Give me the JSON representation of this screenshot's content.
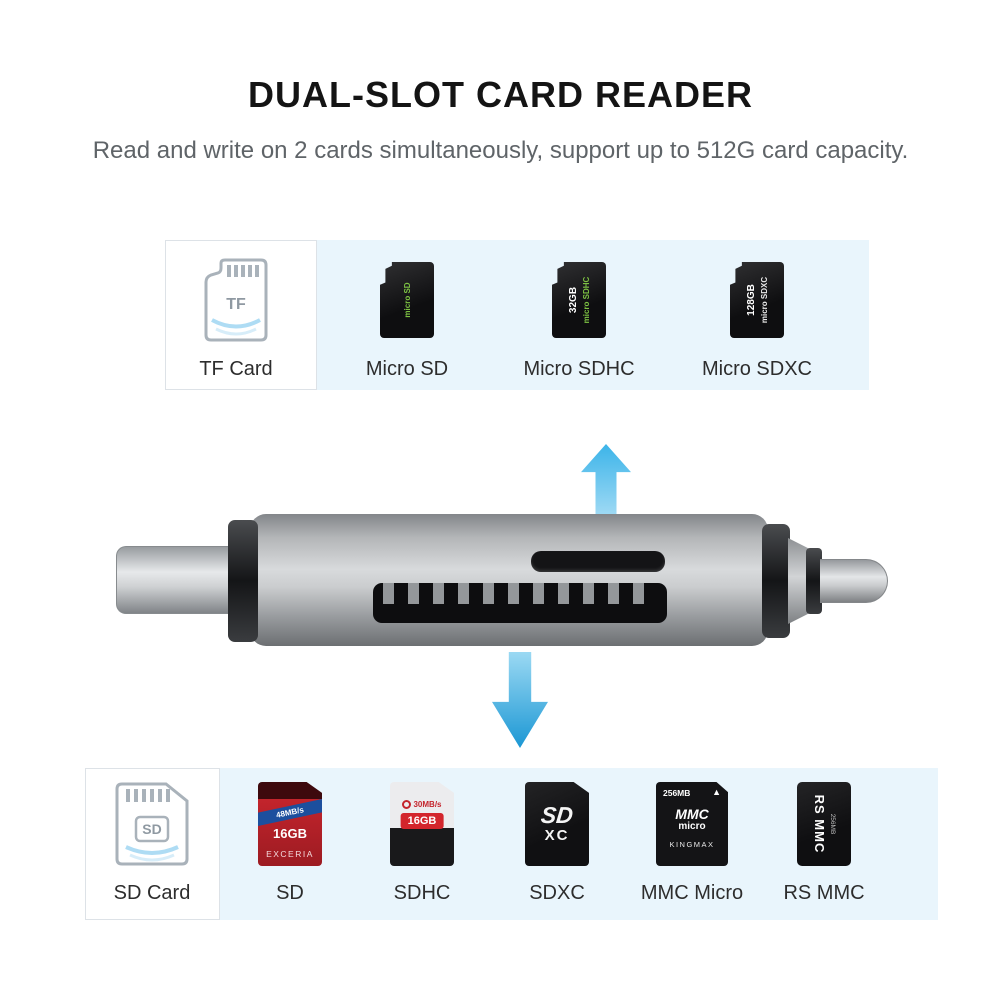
{
  "header": {
    "title": "DUAL-SLOT CARD READER",
    "subtitle": "Read and write on 2 cards simultaneously, support up to 512G card capacity."
  },
  "top_section": {
    "tf_slot": {
      "label": "TF Card",
      "icon_text": "TF"
    },
    "cards": [
      {
        "label": "Micro SD",
        "logo": "micro SD"
      },
      {
        "label": "Micro SDHC",
        "capacity": "32GB",
        "logo": "micro SDHC"
      },
      {
        "label": "Micro SDXC",
        "capacity": "128GB",
        "logo": "micro SDXC"
      }
    ]
  },
  "bottom_section": {
    "sd_slot": {
      "label": "SD Card",
      "icon_text": "SD"
    },
    "cards": [
      {
        "label": "SD",
        "speed": "48MB/s",
        "capacity": "16GB",
        "brand": "EXCERIA"
      },
      {
        "label": "SDHC",
        "speed": "30MB/s",
        "capacity": "16GB"
      },
      {
        "label": "SDXC",
        "logo_top": "SD",
        "logo_bottom": "XC"
      },
      {
        "label": "MMC Micro",
        "capacity": "256MB",
        "mark": "▲",
        "logo_top": "MMC",
        "logo_bottom": "micro",
        "brand": "KINGMAX"
      },
      {
        "label": "RS MMC",
        "capacity": "256MB",
        "logo": "RS MMC"
      }
    ]
  },
  "colors": {
    "panel_blue": "#e9f5fc",
    "arrow_up_blue": "#3cb4e9",
    "arrow_down_blue": "#1b97d4",
    "green_accent": "#7dc243",
    "red_accent": "#c4242c"
  }
}
